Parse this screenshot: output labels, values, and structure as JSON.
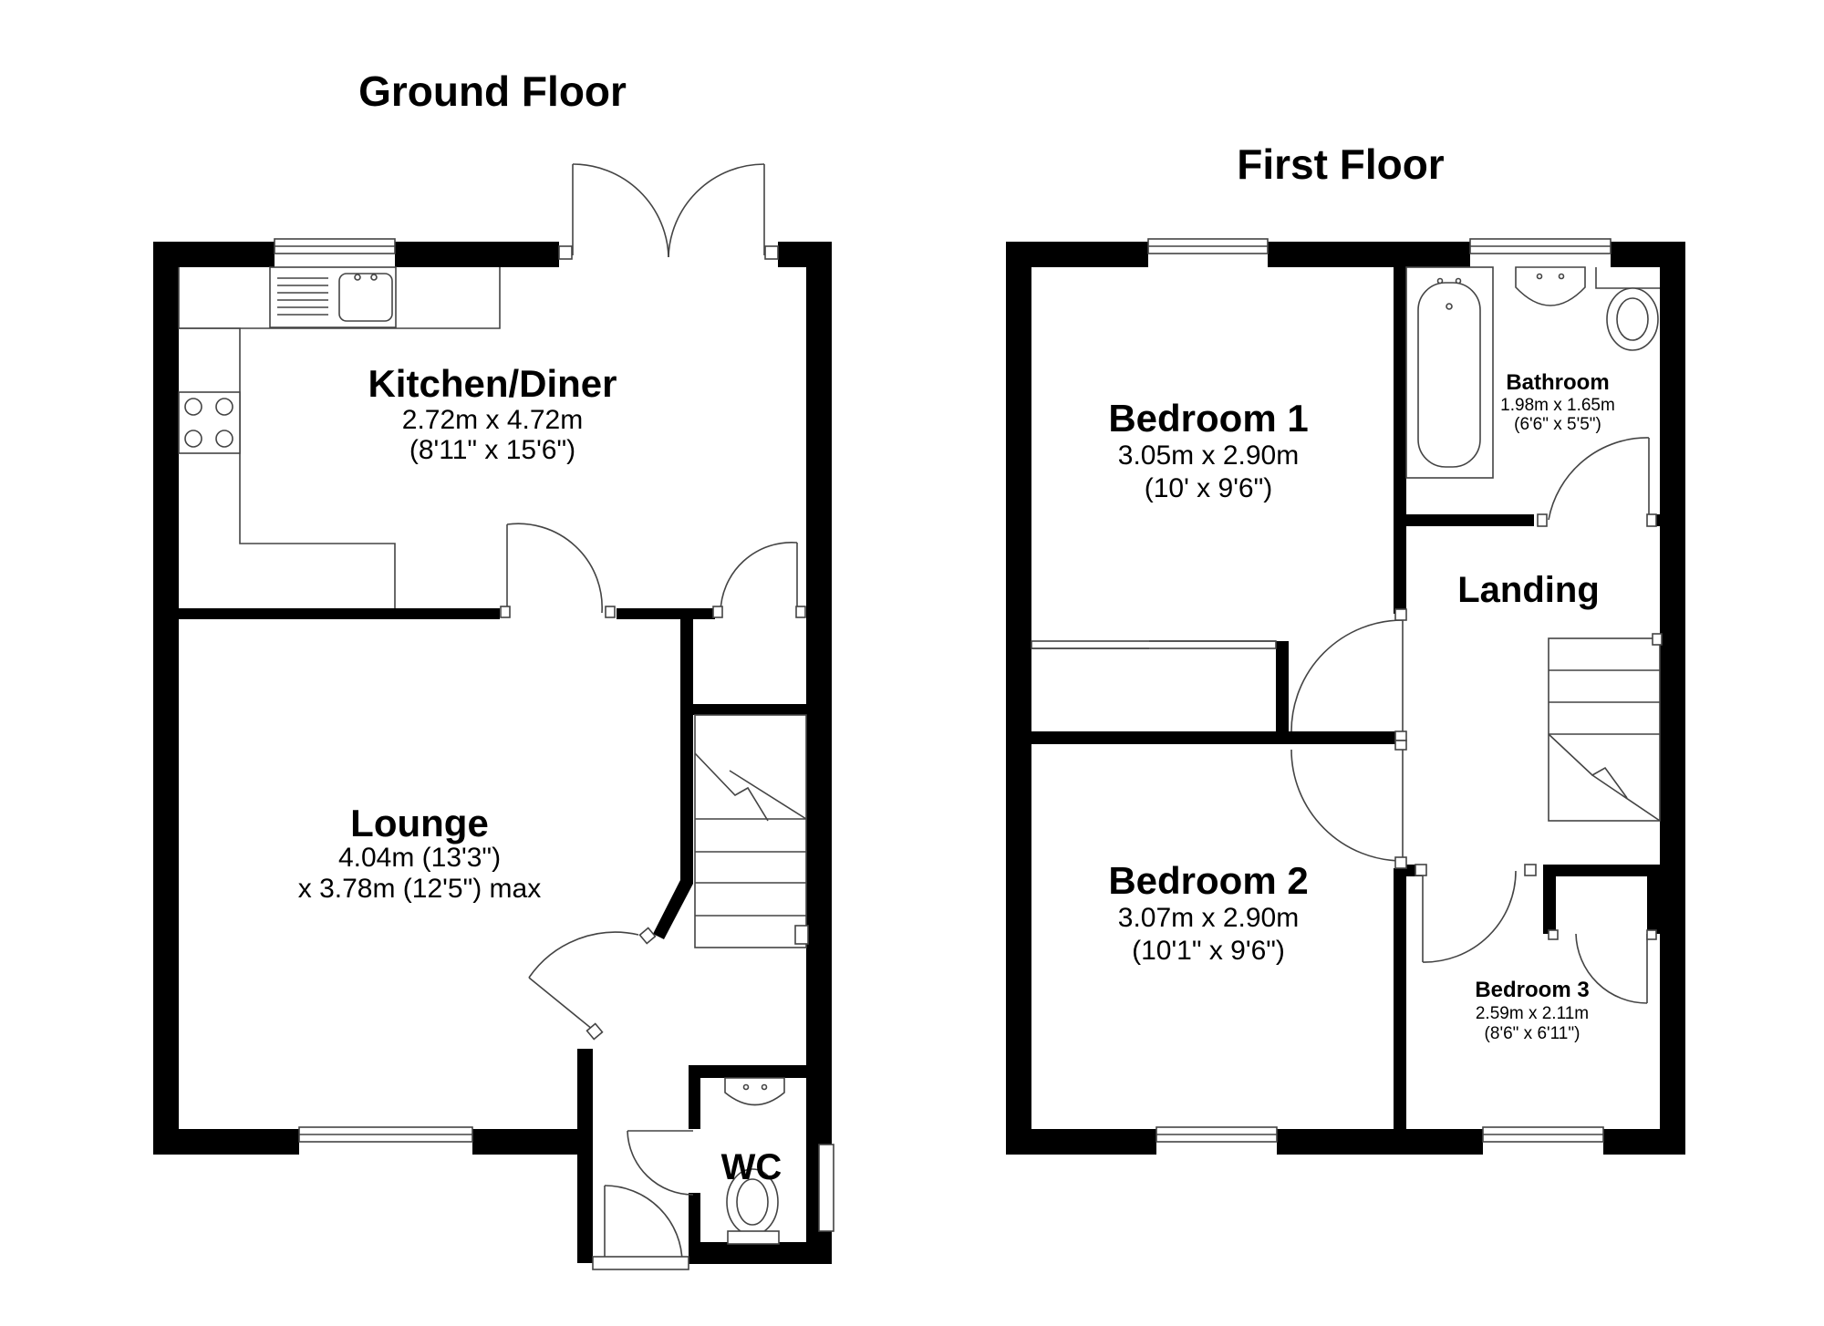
{
  "ground_floor": {
    "title": "Ground Floor",
    "rooms": {
      "kitchen": {
        "name": "Kitchen/Diner",
        "dim_metric": "2.72m x 4.72m",
        "dim_imperial": "(8'11\" x 15'6\")"
      },
      "lounge": {
        "name": "Lounge",
        "dim_line1": "4.04m (13'3\")",
        "dim_line2": "x 3.78m (12'5\") max"
      },
      "wc": {
        "name": "WC"
      }
    }
  },
  "first_floor": {
    "title": "First Floor",
    "rooms": {
      "bedroom1": {
        "name": "Bedroom 1",
        "dim_metric": "3.05m x 2.90m",
        "dim_imperial": "(10' x 9'6\")"
      },
      "bathroom": {
        "name": "Bathroom",
        "dim_metric": "1.98m x 1.65m",
        "dim_imperial": "(6'6\" x 5'5\")"
      },
      "landing": {
        "name": "Landing"
      },
      "bedroom2": {
        "name": "Bedroom 2",
        "dim_metric": "3.07m x 2.90m",
        "dim_imperial": "(10'1\" x 9'6\")"
      },
      "bedroom3": {
        "name": "Bedroom 3",
        "dim_metric": "2.59m x 2.11m",
        "dim_imperial": "(8'6\" x 6'11\")"
      }
    }
  }
}
